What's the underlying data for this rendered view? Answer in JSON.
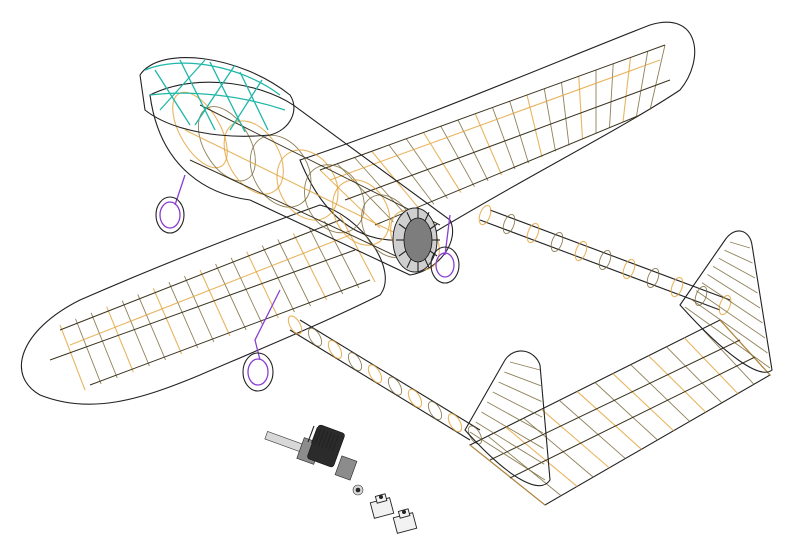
{
  "drawing": {
    "subject": "airplane-airframe-wireframe",
    "colors": {
      "background": "#ffffff",
      "outline": "#222222",
      "rib": "#7a6a3a",
      "wood_structure": "#e2a23a",
      "canopy_frame": "#1fb7a8",
      "landing_gear": "#8a3fd1",
      "engine": "#2b2b2b"
    },
    "parts": [
      {
        "name": "left-wing"
      },
      {
        "name": "right-wing"
      },
      {
        "name": "fuselage-pod"
      },
      {
        "name": "canopy"
      },
      {
        "name": "left-tail-boom"
      },
      {
        "name": "right-tail-boom"
      },
      {
        "name": "horizontal-stabilizer"
      },
      {
        "name": "left-vertical-fin"
      },
      {
        "name": "right-vertical-fin"
      },
      {
        "name": "nose-gear"
      },
      {
        "name": "left-main-gear"
      },
      {
        "name": "right-main-gear"
      },
      {
        "name": "motor-mount"
      },
      {
        "name": "glow-engine"
      },
      {
        "name": "servo-1"
      },
      {
        "name": "servo-2"
      }
    ]
  }
}
